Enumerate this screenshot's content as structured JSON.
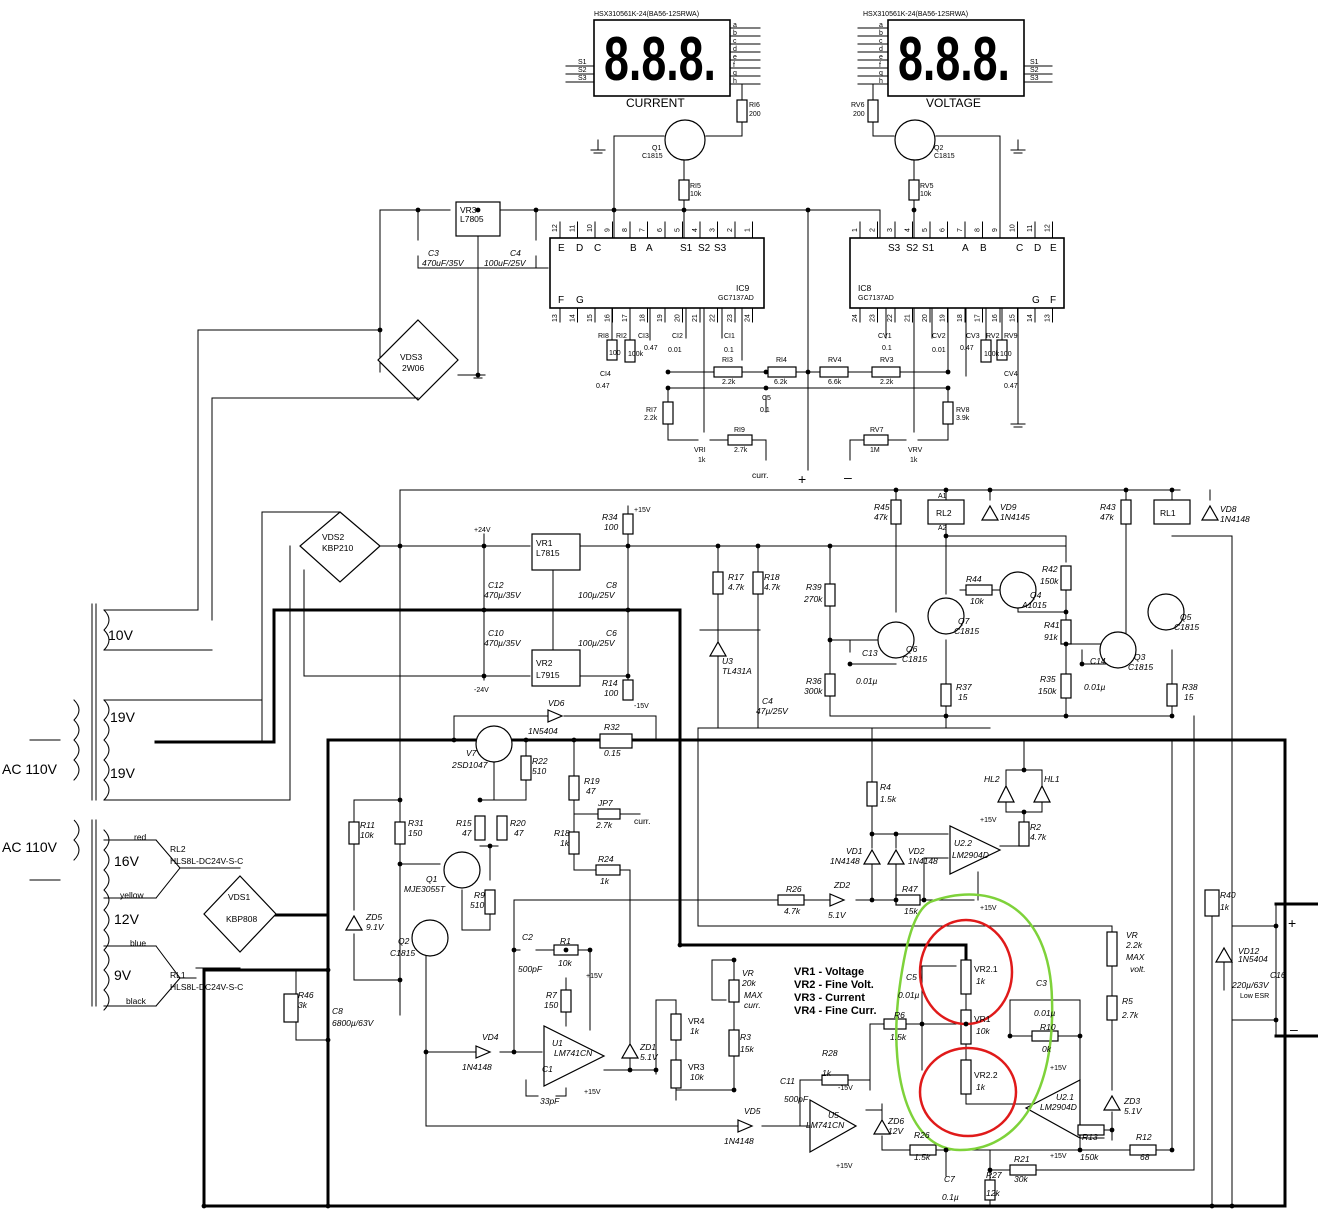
{
  "displays": {
    "current": {
      "part": "HSX310561K-24(BA56-12SRWA)",
      "label": "CURRENT",
      "label_color": "#1f3fbf",
      "digits": "8.8.8."
    },
    "voltage": {
      "part": "HSX310561K-24(BA56-12SRWA)",
      "label": "VOLTAGE",
      "label_color": "#d81f1f",
      "digits": "8.8.8."
    }
  },
  "display_pins": [
    "a",
    "b",
    "c",
    "d",
    "e",
    "f",
    "g",
    "h"
  ],
  "scan_lines": [
    "S1",
    "S2",
    "S3"
  ],
  "chips": {
    "ic9": {
      "name": "IC9",
      "part": "GC7137AD",
      "top_pins": [
        "E",
        "D",
        "C",
        "B",
        "A",
        "S1",
        "S2",
        "S3"
      ],
      "bottom_pins": [
        "F",
        "G"
      ],
      "top_nums": [
        "12",
        "11",
        "10",
        "9",
        "8",
        "7",
        "6",
        "5",
        "4",
        "3",
        "2",
        "1"
      ],
      "bottom_nums": [
        "13",
        "14",
        "15",
        "16",
        "17",
        "18",
        "19",
        "20",
        "21",
        "22",
        "23",
        "24"
      ]
    },
    "ic8": {
      "name": "IC8",
      "part": "GC7137AD",
      "top_pins": [
        "S3",
        "S2",
        "S1",
        "A",
        "B",
        "C",
        "D",
        "E"
      ],
      "bottom_pins": [
        "G",
        "F"
      ],
      "top_nums": [
        "1",
        "2",
        "3",
        "4",
        "5",
        "6",
        "7",
        "8",
        "9",
        "10",
        "11",
        "12"
      ],
      "bottom_nums": [
        "24",
        "23",
        "22",
        "21",
        "20",
        "19",
        "18",
        "17",
        "16",
        "15",
        "14",
        "13"
      ]
    }
  },
  "labels": {
    "vr3": "VR3",
    "l7805": "L7805",
    "c3": "C3",
    "c3v": "470uF/35V",
    "c4": "C4",
    "c4v": "100uF/25V",
    "vds3": "VDS3",
    "w06": "2W06",
    "ri6": "RI6",
    "ri6v": "200",
    "rv6": "RV6",
    "rv6v": "200",
    "q1t": "Q1",
    "q1tv": "C1815",
    "q2t": "Q2",
    "q2tv": "C1815",
    "ri5": "RI5",
    "ri5v": "10k",
    "rv5": "RV5",
    "rv5v": "10k",
    "ri8": "RI8",
    "ri8v": "100",
    "ri2": "RI2",
    "ri2v": "100k",
    "ci3": "CI3",
    "ci3v": "0.47",
    "ci2": "CI2",
    "ci2v": "0.01",
    "ci1": "CI1",
    "ci1v": "0.1",
    "ci4": "CI4",
    "ci4v": "0.47",
    "ri3": "RI3",
    "ri3v": "2.2k",
    "ri4": "RI4",
    "ri4v": "6.2k",
    "rv4": "RV4",
    "rv4v": "6.6k",
    "rv3": "RV3",
    "rv3v": "2.2k",
    "cv1": "CV1",
    "cv1v": "0.1",
    "cv2": "CV2",
    "cv2v": "0.01",
    "cv3": "CV3",
    "cv3v": "0.47",
    "rv2": "RV2",
    "rv2v": "100k",
    "rv9": "RV9",
    "rv9v": "100",
    "cv4": "CV4",
    "cv4v": "0.47",
    "c5t": "C5",
    "c5tv": "0.1",
    "ri7": "RI7",
    "ri7v": "2.2k",
    "rv8": "RV8",
    "rv8v": "3.9k",
    "vri": "VRI",
    "vriv": "1k",
    "ri9": "RI9",
    "ri9v": "2.7k",
    "rv7": "RV7",
    "rv7v": "1M",
    "vrv": "VRV",
    "vrvv": "1k",
    "curr1": "curr.",
    "plus": "+",
    "minus": "–",
    "vds2": "VDS2",
    "kbp210": "KBP210",
    "p24": "+24V",
    "m24": "-24V",
    "p15a": "+15V",
    "m15a": "-15V",
    "vr1": "VR1",
    "l7815": "L7815",
    "vr2": "VR2",
    "l7915": "L7915",
    "c12": "C12",
    "c12v": "470µ/35V",
    "c10": "C10",
    "c10v": "470µ/35V",
    "c8t": "C8",
    "c8tv": "100µ/25V",
    "c6": "C6",
    "c6v": "100µ/25V",
    "r34": "R34",
    "r34v": "100",
    "r14": "R14",
    "r14v": "100",
    "r17": "R17",
    "r17v": "4.7k",
    "r18t": "R18",
    "r18tv": "4.7k",
    "u3": "U3",
    "tl431": "TL431A",
    "c4b": "C4",
    "c4bv": "47µ/25V",
    "r39": "R39",
    "r39v": "270k",
    "r36": "R36",
    "r36v": "300k",
    "r45": "R45",
    "r45v": "47k",
    "rl2t": "RL2",
    "a1": "A1",
    "a2": "A2",
    "vd9": "VD9",
    "vd9v": "1N4145",
    "q6": "Q6",
    "q6v": "C1815",
    "q7": "Q7",
    "q7v": "C1815",
    "c13": "C13",
    "c13v": "0.01µ",
    "r37": "R37",
    "r37v": "15",
    "r44": "R44",
    "r44v": "10k",
    "q4": "Q4",
    "q4v": "A1015",
    "r42": "R42",
    "r42v": "150k",
    "r41": "R41",
    "r41v": "91k",
    "r35": "R35",
    "r35v": "150k",
    "c14": "C14",
    "c14v": "0.01µ",
    "q3": "Q3",
    "q3v": "C1815",
    "r43": "R43",
    "r43v": "47k",
    "rl1t": "RL1",
    "vd8": "VD8",
    "vd8v": "1N4148",
    "q5": "Q5",
    "q5v": "C1815",
    "r38": "R38",
    "r38v": "15",
    "vd6": "VD6",
    "vd6v": "1N5404",
    "r32": "R32",
    "r32v": "0.15",
    "v7": "V7",
    "v7v": "2SD1047",
    "r22": "R22",
    "r22v": "510",
    "r19": "R19",
    "r19v": "47",
    "jp7": "JP7",
    "jp7v": "2.7k",
    "curr2": "curr.",
    "r18": "R18",
    "r18v": "1k",
    "r24": "R24",
    "r24v": "1k",
    "r11": "R11",
    "r11v": "10k",
    "r31": "R31",
    "r31v": "150",
    "r15": "R15",
    "r15v": "47",
    "r20": "R20",
    "r20v": "47",
    "q1": "Q1",
    "q1v": "MJE3055T",
    "r9": "R9",
    "r9v": "510",
    "zd5": "ZD5",
    "zd5v": "9.1V",
    "q2": "Q2",
    "q2v": "C1815",
    "r46": "R46",
    "r46v": "3k",
    "c8": "C8",
    "c8v": "6800µ/63V",
    "c2": "C2",
    "c2v": "500pF",
    "r1": "R1",
    "r1v": "10k",
    "r7": "R7",
    "r7v": "150",
    "u1": "U1",
    "u1v": "LM741CN",
    "c1": "C1",
    "c1v": "33pF",
    "zd1": "ZD1",
    "zd1v": "5.1V",
    "vd4": "VD4",
    "vd4v": "1N4148",
    "p15b": "+15V",
    "p15c": "+15V",
    "vrc": "VR",
    "vrcv": "20k",
    "maxcurr": "MAX",
    "maxcurr2": "curr.",
    "vr4": "VR4",
    "vr4v": "1k",
    "vr3b": "VR3",
    "vr3bv": "10k",
    "r3": "R3",
    "r3v": "15k",
    "r4": "R4",
    "r4v": "1.5k",
    "vd1": "VD1",
    "vd1v": "1N4148",
    "vd2": "VD2",
    "vd2v": "1N4148",
    "u22": "U2.2",
    "u22v": "LM2904D",
    "hl2": "HL2",
    "hl1": "HL1",
    "r2": "R2",
    "r2v": "4.7k",
    "p15d": "+15V",
    "p15e": "+15V",
    "r26a": "R26",
    "r26av": "4.7k",
    "zd2": "ZD2",
    "zd2v": "5.1V",
    "r47": "R47",
    "r47v": "15k",
    "vr21": "VR2.1",
    "vr21v": "1k",
    "vr1b": "VR1",
    "vr1bv": "10k",
    "vr22": "VR2.2",
    "vr22v": "1k",
    "c5": "C5",
    "c5v": "0.01µ",
    "c3b": "C3",
    "c3bv": "0.01µ",
    "r6": "R6",
    "r6v": "1.5k",
    "r10": "R10",
    "r10v": "0k",
    "vrv2": "VR",
    "vrv2v": "2.2k",
    "maxvolt": "MAX",
    "maxvolt2": "volt.",
    "r5": "R5",
    "r5v": "2.7k",
    "r28": "R28",
    "r28v": "1k",
    "c11": "C11",
    "c11v": "500pF",
    "u5": "U5",
    "u5v": "LM741CN",
    "m15b": "-15V",
    "p15f": "+15V",
    "vd5": "VD5",
    "vd5v": "1N4148",
    "zd6": "ZD6",
    "zd6v": "12V",
    "r26b": "R26",
    "r26bv": "1.5k",
    "u21": "U2.1",
    "u21v": "LM2904D",
    "zd3": "ZD3",
    "zd3v": "5.1V",
    "r13": "R13",
    "r13v": "150k",
    "r12": "R12",
    "r12v": "68",
    "p15g": "+15V",
    "p15h": "+15V",
    "c7": "C7",
    "c7v": "0.1µ",
    "r27": "R27",
    "r27v": "12k",
    "r21": "R21",
    "r21v": "30k",
    "r40": "R40",
    "r40v": "1k",
    "vd12": "VD12",
    "vd12v": "1N5404",
    "c16": "C16",
    "c16v": "220µ/63V",
    "c16n": "Low ESR",
    "out_plus": "+",
    "out_minus": "–",
    "t10": "10V",
    "t19a": "19V",
    "t19b": "19V",
    "ac1": "AC 110V",
    "ac2": "AC 110V",
    "red": "red",
    "t16": "16V",
    "yellow": "yellow",
    "t12": "12V",
    "blue": "blue",
    "t9": "9V",
    "black": "black",
    "rl2": "RL2",
    "rl2v": "HLS8L-DC24V-S-C",
    "rl1": "RL1",
    "rl1v": "HLS8L-DC24V-S-C",
    "vds1": "VDS1",
    "kbp808": "KBP808"
  },
  "legend": [
    "VR1 - Voltage",
    "VR2 - Fine Volt.",
    "VR3 - Current",
    "VR4 - Fine Curr."
  ],
  "annotation_colors": {
    "green": "#7ed23a",
    "red": "#e01a1a"
  }
}
